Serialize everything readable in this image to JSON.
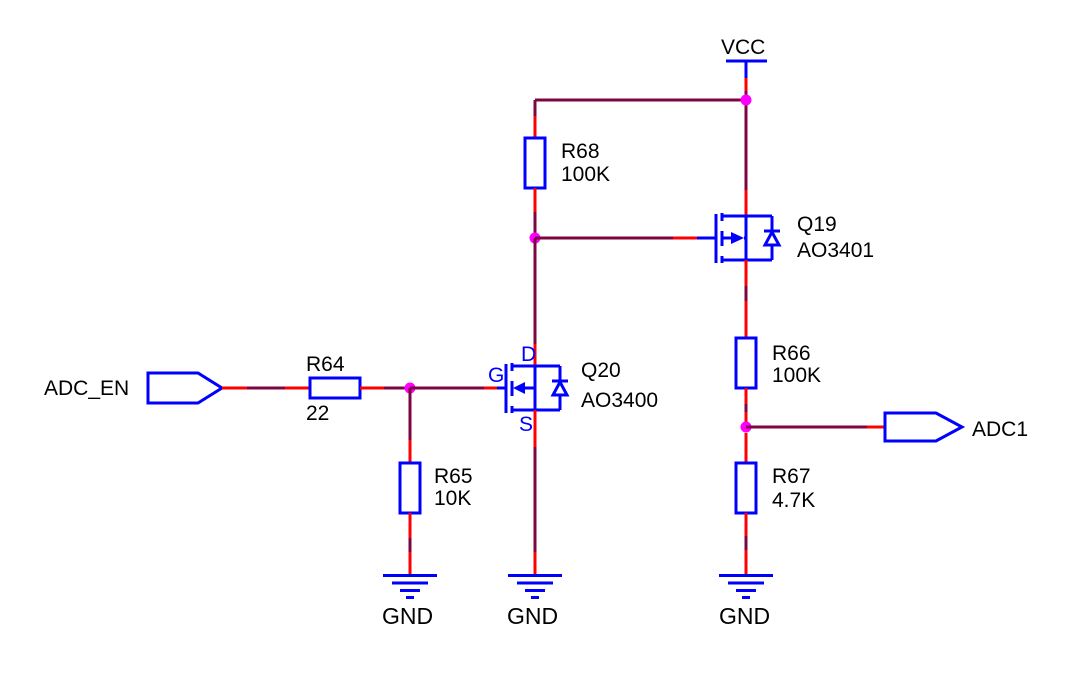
{
  "diagram": {
    "type": "circuit-schematic",
    "description": "ADC enable / voltage divider circuit with two MOSFETs"
  },
  "colors": {
    "background": "#ffffff",
    "wire": "#7d0642",
    "pin": "#ff0000",
    "symbol": "#0000ff",
    "junction": "#ff00ff",
    "text": "#000000"
  },
  "power": {
    "vcc_label": "VCC",
    "gnd_left_label": "GND",
    "gnd_middle_label": "GND",
    "gnd_right_label": "GND"
  },
  "ports": {
    "adc_en": {
      "label": "ADC_EN",
      "direction": "input"
    },
    "adc1": {
      "label": "ADC1",
      "direction": "output"
    }
  },
  "components": {
    "r64": {
      "ref": "R64",
      "value": "22"
    },
    "r65": {
      "ref": "R65",
      "value": "10K"
    },
    "r66": {
      "ref": "R66",
      "value": "100K"
    },
    "r67": {
      "ref": "R67",
      "value": "4.7K"
    },
    "r68": {
      "ref": "R68",
      "value": "100K"
    },
    "q19": {
      "ref": "Q19",
      "value": "AO3401"
    },
    "q20": {
      "ref": "Q20",
      "value": "AO3400",
      "pins": {
        "drain": "D",
        "gate": "G",
        "source": "S"
      }
    }
  }
}
